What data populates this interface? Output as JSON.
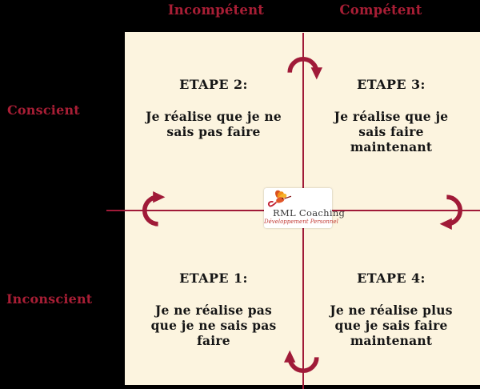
{
  "axes": {
    "top": [
      {
        "label": "Incompétent"
      },
      {
        "label": "Compétent"
      }
    ],
    "left": [
      {
        "label": "Conscient"
      },
      {
        "label": "Inconscient"
      }
    ]
  },
  "quadrants": [
    {
      "name": "stage-2",
      "title": "ETAPE 2:",
      "body": "Je réalise que je ne\nsais pas faire"
    },
    {
      "name": "stage-3",
      "title": "ETAPE 3:",
      "body": "Je réalise que je\nsais faire\nmaintenant"
    },
    {
      "name": "stage-1",
      "title": "ETAPE 1:",
      "body": "Je ne réalise pas\nque je ne sais pas\nfaire"
    },
    {
      "name": "stage-4",
      "title": "ETAPE 4:",
      "body": "Je ne réalise plus\nque je sais faire\nmaintenant"
    }
  ],
  "logo": {
    "company": "RML Coaching",
    "tagline": "Développement Personnel"
  },
  "icons": {
    "arrows": "clockwise-rotation-arrow",
    "bird": "hummingbird-logo"
  },
  "colors": {
    "background": "#000000",
    "panel": "#fcf4df",
    "line": "#a01a38",
    "axis_label": "#a81e35",
    "text": "#151515",
    "logo_red": "#c23a35"
  }
}
